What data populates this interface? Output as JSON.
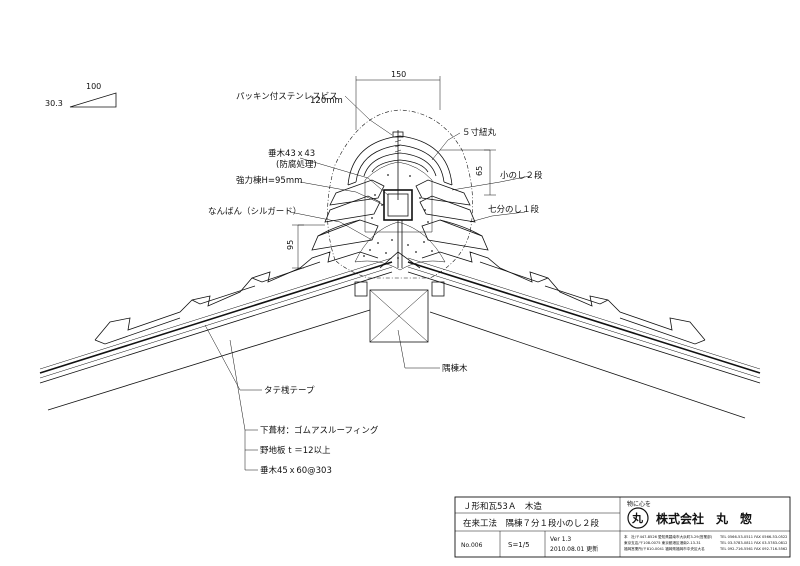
{
  "scale_triangle": {
    "run": "100",
    "rise": "30.3"
  },
  "dimensions": {
    "width_top": "150",
    "screw_length": "120mm",
    "height_right": "65",
    "height_left": "95"
  },
  "labels": {
    "packing_screw": "パッキン付ステンレスビス",
    "rafter_small": "垂木43ｘ43",
    "rafter_small_note": "(防腐処理)",
    "strong_ridge": "強力棟H=95mm",
    "nanban": "なんばん（シルガード）",
    "round_tile": "５寸紐丸",
    "noshi_small": "小のし２段",
    "noshi_seven": "七分のし１段",
    "hip_wood": "隅棟木",
    "tate_tape": "タテ桟テープ",
    "underlay": "下葺材：ゴムアスルーフィング",
    "sheathing": "野地板 t ＝12以上",
    "rafter_large": "垂木45ｘ60@303"
  },
  "title_block": {
    "product": "Ｊ形和瓦53Ａ　木造",
    "method": "在来工法　隅棟７分１段小のし２段",
    "drawing_no": "No.006",
    "scale": "S=1/5",
    "version": "Ver 1.3",
    "date": "2010.08.01 更新",
    "logo_top": "物に心を",
    "logo_char": "丸",
    "company": "株式会社　丸　惣",
    "address_lines": [
      "本　社/〒447-8526 愛知県碧南市大浜町3-29(営業部)",
      "東京支店/〒108-0075 東京都港区港南2-13-31",
      "福岡営業所/〒810-0041 福岡県福岡市中央区大名"
    ],
    "phone_lines": [
      "TEL 0566-53-0511 FAX 0566-53-0522",
      "TEL 03-5783-0811 FAX 03-5783-0812",
      "TEL 092-716-5561 FAX 092-716-5562"
    ]
  }
}
